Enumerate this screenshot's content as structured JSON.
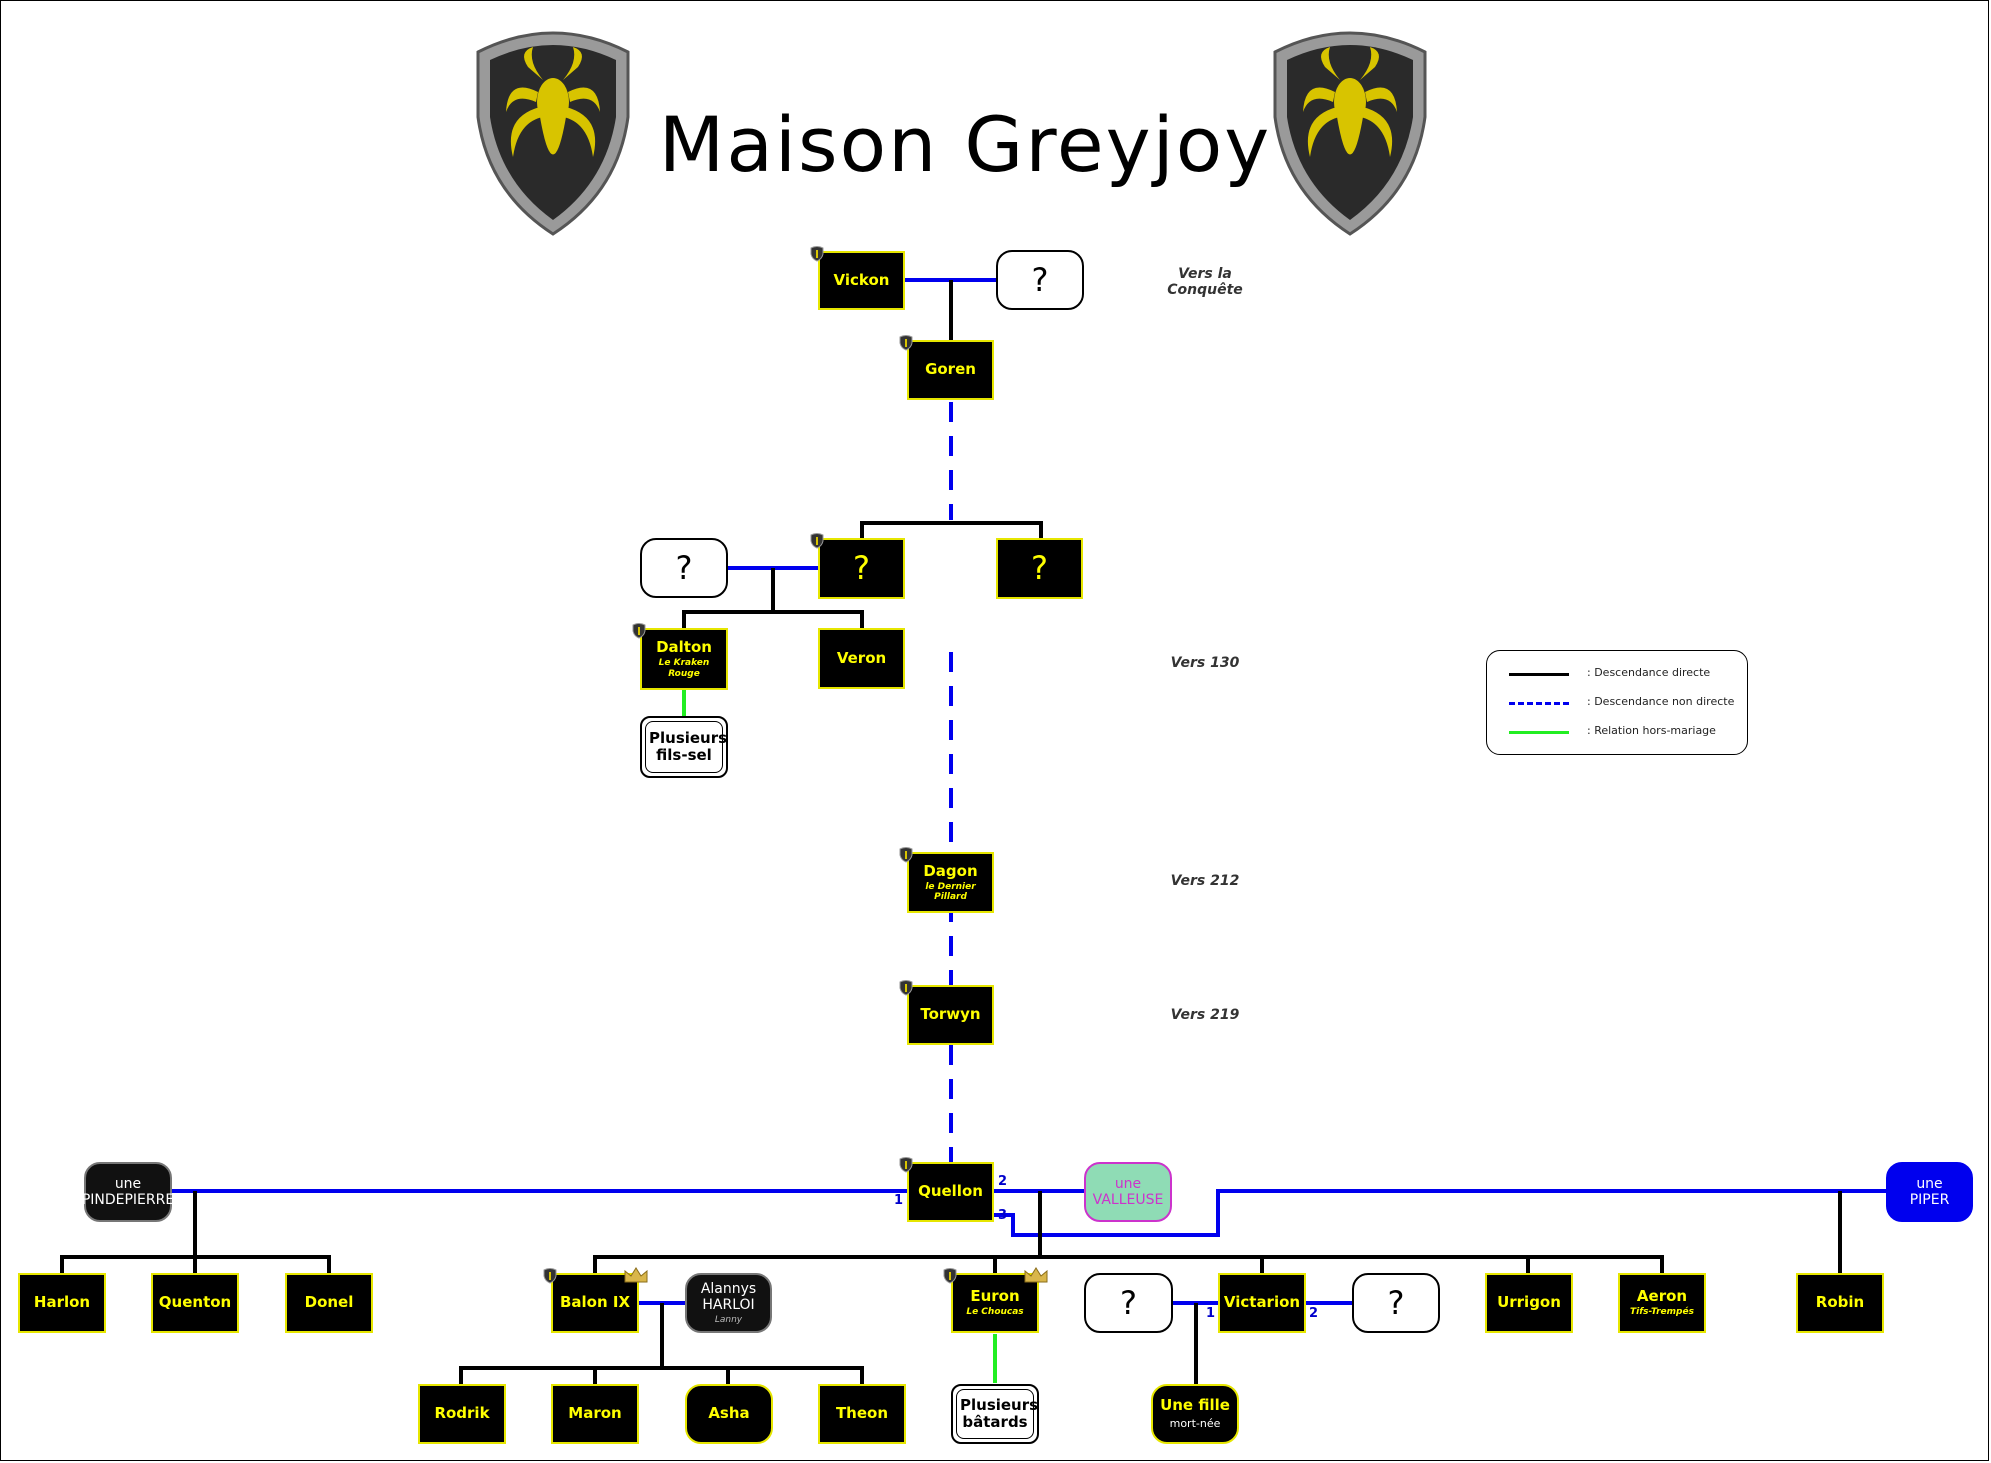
{
  "title": "Maison Greyjoy",
  "colors": {
    "greyjoy_fill": "#000000",
    "greyjoy_text": "#ffff00",
    "direct_line": "#000000",
    "indirect_line": "#0000ee",
    "extramarital_line": "#22ee22",
    "valleuse_fill": "#8fdcb5",
    "valleuse_text": "#cc33cc",
    "piper_fill": "#0000ee"
  },
  "icons": [
    "kraken-shield-icon",
    "sigil-icon",
    "crown-icon"
  ],
  "eras": {
    "e1": "Vers la Conquête",
    "e2": "Vers 130",
    "e3": "Vers 212",
    "e4": "Vers 219"
  },
  "people": {
    "vickon": "Vickon",
    "unknown_spouse_1": "?",
    "goren": "Goren",
    "unknown_spouse_2": "?",
    "unknown_heir": "?",
    "unknown_sibling": "?",
    "dalton": "Dalton",
    "dalton_epithet": "Le Kraken Rouge",
    "veron": "Veron",
    "fils_sel": "Plusieurs fils-sel",
    "dagon": "Dagon",
    "dagon_epithet": "le Dernier Pillard",
    "torwyn": "Torwyn",
    "quellon": "Quellon",
    "pindepierre_1": "une",
    "pindepierre_2": "PINDEPIERRE",
    "valleuse_1": "une",
    "valleuse_2": "VALLEUSE",
    "piper_1": "une",
    "piper_2": "PIPER",
    "harlon": "Harlon",
    "quenton": "Quenton",
    "donel": "Donel",
    "balon": "Balon IX",
    "alannys_1": "Alannys",
    "alannys_2": "HARLOI",
    "alannys_nick": "Lanny",
    "euron": "Euron",
    "euron_epithet": "Le Choucas",
    "unknown_spouse_3": "?",
    "victarion": "Victarion",
    "unknown_spouse_4": "?",
    "urrigon": "Urrigon",
    "aeron": "Aeron",
    "aeron_epithet": "Tifs-Trempés",
    "robin": "Robin",
    "rodrik": "Rodrik",
    "maron": "Maron",
    "asha": "Asha",
    "theon": "Theon",
    "batards": "Plusieurs bâtards",
    "une_fille": "Une fille",
    "mort_nee": "mort-née"
  },
  "marriage_order": {
    "quellon_1": "1",
    "quellon_2": "2",
    "quellon_3": "3",
    "victarion_1": "1",
    "victarion_2": "2"
  },
  "legend": {
    "direct": ": Descendance directe",
    "indirect": ": Descendance non directe",
    "extramarital": ": Relation hors-mariage"
  }
}
